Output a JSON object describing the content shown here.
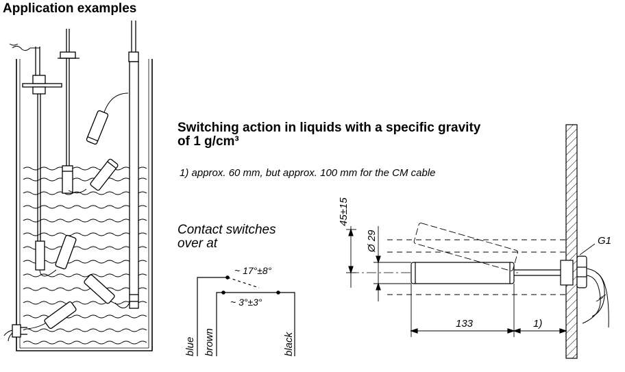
{
  "headings": {
    "application_examples": "Application examples",
    "switching_action_line1": "Switching action in liquids with a specific gravity",
    "switching_action_line2": "of 1 g/cm³"
  },
  "footnote": "1)  approx. 60 mm, but approx. 100 mm for the CM cable",
  "contact": {
    "line1": "Contact switches",
    "line2": "over at",
    "angle_upper": "~ 17°±8°",
    "angle_lower": "~ 3°±3°",
    "wires": [
      "blue",
      "brown",
      "black"
    ]
  },
  "dimensions": {
    "height_offset": "45±15",
    "diameter": "Ø 29",
    "length": "133",
    "note_ref": "1)",
    "thread": "G1"
  }
}
